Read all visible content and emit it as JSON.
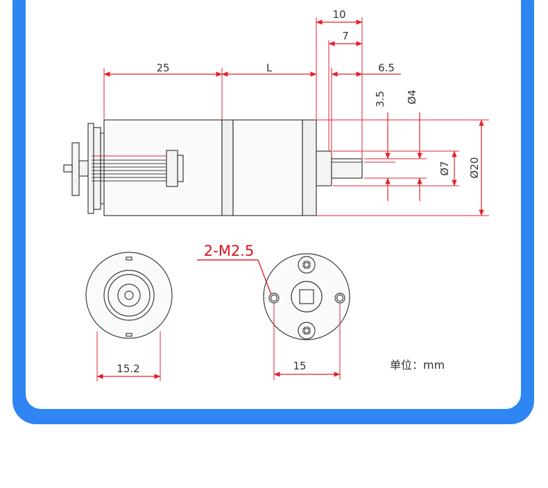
{
  "colors": {
    "frame_blue": "#2f86f3",
    "panel_bg": "#ffffff",
    "dimension_red": "#e3202c",
    "outline": "#3a3a3a",
    "part_fill": "#f4f4f4",
    "dim_text": "#333333"
  },
  "dimensions": {
    "shaft_extension": "10",
    "shaft_flat_length": "7",
    "shaft_flat_offset": "6.5",
    "motor_length": "25",
    "gearbox_length": "L",
    "flat_height": "3.5",
    "shaft_diameter": "Ø4",
    "boss_diameter": "Ø7",
    "body_diameter": "Ø20",
    "rear_width": "15.2",
    "hole_spacing": "15"
  },
  "callouts": {
    "mount_holes": "2-M2.5"
  },
  "unit_label": "单位：mm"
}
